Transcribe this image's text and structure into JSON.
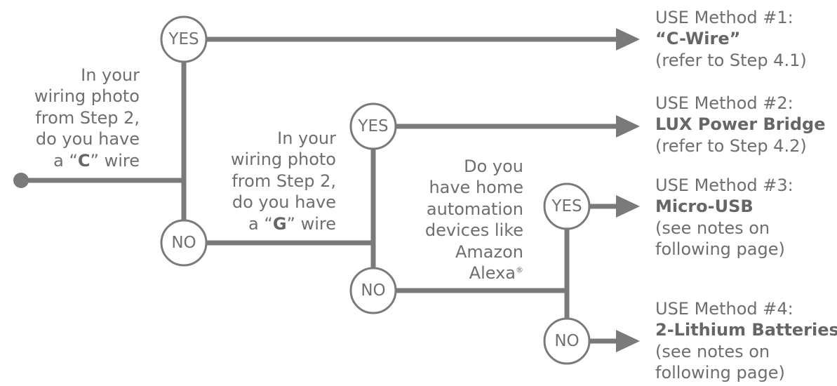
{
  "questions": {
    "q1": {
      "lines": [
        "In your",
        "wiring photo",
        "from Step 2,",
        "do you have"
      ],
      "last_prefix": "a “",
      "last_bold": "C",
      "last_suffix": "” wire"
    },
    "q2": {
      "lines": [
        "In your",
        "wiring photo",
        "from Step 2,",
        "do you have"
      ],
      "last_prefix": "a “",
      "last_bold": "G",
      "last_suffix": "” wire"
    },
    "q3": {
      "lines": [
        "Do you",
        "have home",
        "automation",
        "devices like",
        "Amazon"
      ],
      "last_text": "Alexa",
      "last_sup": "®"
    }
  },
  "nodes": {
    "yes1": "YES",
    "no1": "NO",
    "yes2": "YES",
    "no2": "NO",
    "yes3": "YES",
    "no3": "NO"
  },
  "results": {
    "r1": {
      "heading": "USE Method #1:",
      "name": "“C-Wire”",
      "notes": [
        "(refer to Step 4.1)"
      ]
    },
    "r2": {
      "heading": "USE Method #2:",
      "name": "LUX Power Bridge",
      "notes": [
        "(refer to Step 4.2)"
      ]
    },
    "r3": {
      "heading": "USE Method #3:",
      "name": "Micro-USB",
      "notes": [
        "(see notes on",
        "following page)"
      ]
    },
    "r4": {
      "heading": "USE Method #4:",
      "name": "2-Lithium Batteries",
      "notes": [
        "(see notes on",
        "following page)"
      ]
    }
  },
  "colors": {
    "line": "#7a7a7a",
    "text": "#6e6e6e",
    "node_border": "#7a7a7a"
  }
}
